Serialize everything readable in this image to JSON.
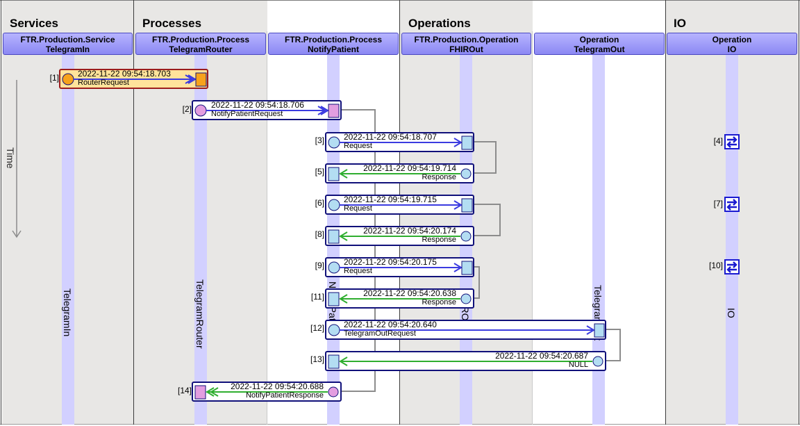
{
  "groups": [
    {
      "label": "Services"
    },
    {
      "label": "Processes"
    },
    {
      "label": "Operations"
    },
    {
      "label": "IO"
    }
  ],
  "columns": [
    {
      "line1": "FTR.Production.Service",
      "line2": "TelegramIn",
      "lane_label": "TelegramIn"
    },
    {
      "line1": "FTR.Production.Process",
      "line2": "TelegramRouter",
      "lane_label": "TelegramRouter"
    },
    {
      "line1": "FTR.Production.Process",
      "line2": "NotifyPatient",
      "lane_label": "NotifyPatient"
    },
    {
      "line1": "FTR.Production.Operation",
      "line2": "FHIROut",
      "lane_label": "FHIROut"
    },
    {
      "line1": "Operation",
      "line2": "TelegramOut",
      "lane_label": "TelegramOut"
    },
    {
      "line1": "Operation",
      "line2": "IO",
      "lane_label": "IO"
    }
  ],
  "time_label": "Time",
  "messages": [
    {
      "index": "[1]",
      "timestamp": "2022-11-22 09:54:18.703",
      "name": "RouterRequest"
    },
    {
      "index": "[2]",
      "timestamp": "2022-11-22 09:54:18.706",
      "name": "NotifyPatientRequest"
    },
    {
      "index": "[3]",
      "timestamp": "2022-11-22 09:54:18.707",
      "name": "Request"
    },
    {
      "index": "[5]",
      "timestamp": "2022-11-22 09:54:19.714",
      "name": "Response"
    },
    {
      "index": "[6]",
      "timestamp": "2022-11-22 09:54:19.715",
      "name": "Request"
    },
    {
      "index": "[8]",
      "timestamp": "2022-11-22 09:54:20.174",
      "name": "Response"
    },
    {
      "index": "[9]",
      "timestamp": "2022-11-22 09:54:20.175",
      "name": "Request"
    },
    {
      "index": "[11]",
      "timestamp": "2022-11-22 09:54:20.638",
      "name": "Response"
    },
    {
      "index": "[12]",
      "timestamp": "2022-11-22 09:54:20.640",
      "name": "TelegramOutRequest"
    },
    {
      "index": "[13]",
      "timestamp": "2022-11-22 09:54:20.687",
      "name": "NULL"
    },
    {
      "index": "[14]",
      "timestamp": "2022-11-22 09:54:20.688",
      "name": "NotifyPatientResponse"
    }
  ],
  "io_events": [
    {
      "index": "[4]",
      "icon": "exchange-arrows-icon"
    },
    {
      "index": "[7]",
      "icon": "exchange-arrows-icon"
    },
    {
      "index": "[10]",
      "icon": "exchange-arrows-icon"
    }
  ],
  "colors": {
    "lane": "#d2d0ff",
    "message_border": "#10107a",
    "request_arrow": "#3b3be0",
    "response_arrow": "#2fae2f",
    "selected_fill": "#ffe39b",
    "selected_border": "#9b1c1c",
    "service_endpoint": "#f7a21b",
    "process_endpoint": "#e39ee0",
    "operation_endpoint": "#b3ddf2"
  }
}
